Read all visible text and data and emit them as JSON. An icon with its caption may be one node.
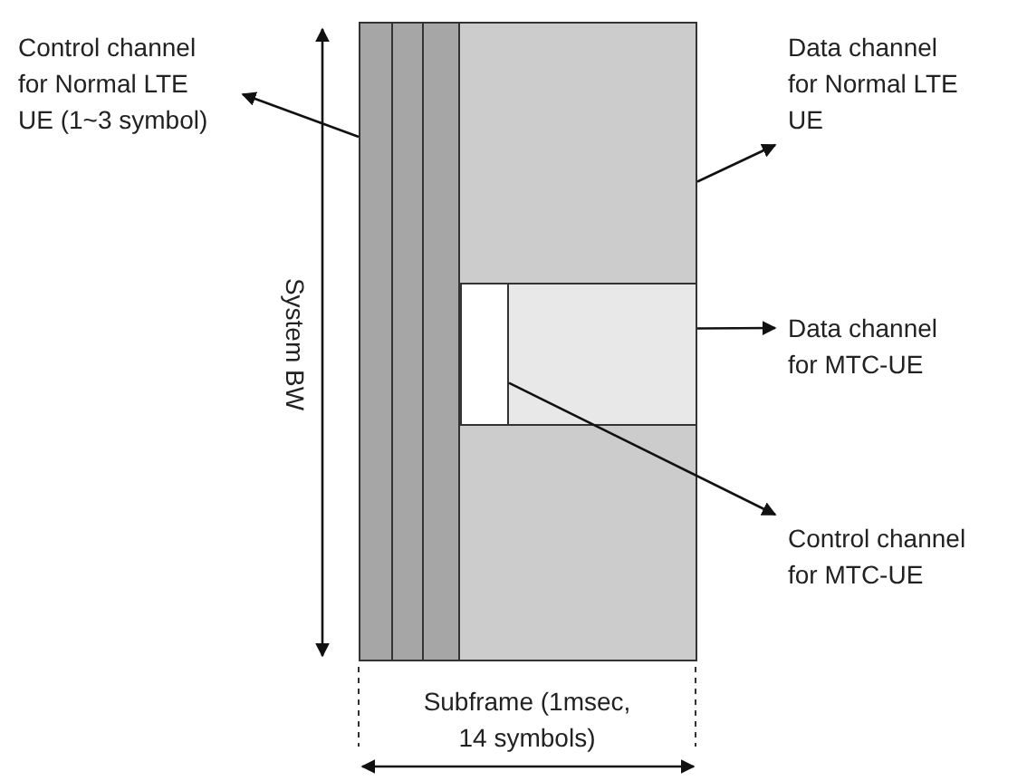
{
  "diagram": {
    "nodes": [
      {
        "text": [
          "Control channel for Normal LTE UE (1~3 symbol)"
        ]
      },
      {
        "text": [
          "Data channel for Normal LTE UE"
        ]
      },
      {
        "text": [
          "Data channel for MTC-UE"
        ]
      },
      {
        "text": [
          "Control channel for MTC-UE"
        ]
      },
      {
        "text": [],
        "shape": "box"
      },
      {
        "text": [],
        "shape": "box"
      },
      {
        "text": [],
        "shape": "box",
        "in": 5
      },
      {
        "text": [],
        "shape": "box",
        "in": 5
      }
    ],
    "edges": [
      {
        "from": 4,
        "to": 0,
        "arrow": "to"
      },
      {
        "from": 5,
        "to": 1,
        "arrow": "to"
      },
      {
        "from": 6,
        "to": 2,
        "arrow": "to"
      },
      {
        "from": 7,
        "to": 3,
        "arrow": "to"
      }
    ],
    "labels": [
      "System BW",
      "Subframe (1msec, 14 symbols)"
    ]
  }
}
